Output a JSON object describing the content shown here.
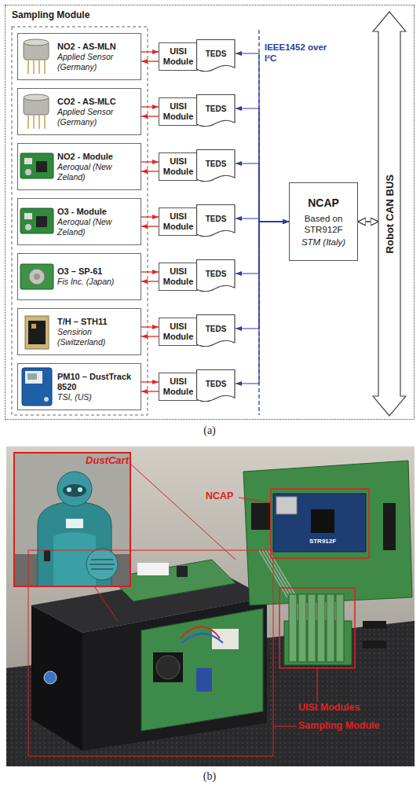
{
  "diagram": {
    "nodes": [
      {
        "text": [
          "Sampling Module"
        ]
      },
      {
        "text": [
          "NO2 - AS-MLN",
          "Applied Sensor (Germany)"
        ],
        "in": 0
      },
      {
        "text": [
          "UISI Module"
        ],
        "in": 0
      },
      {
        "text": [
          "TEDS"
        ],
        "in": 0
      },
      {
        "text": [
          "CO2 - AS-MLC",
          "Applied Sensor (Germany)"
        ],
        "in": 0
      },
      {
        "text": [
          "UISI Module"
        ],
        "in": 0
      },
      {
        "text": [
          "TEDS"
        ],
        "in": 0
      },
      {
        "text": [
          "NO2 - Module",
          "Aeroqual (New Zeland)"
        ],
        "in": 0
      },
      {
        "text": [
          "UISI Module"
        ],
        "in": 0
      },
      {
        "text": [
          "TEDS"
        ],
        "in": 0
      },
      {
        "text": [
          "O3 - Module",
          "Aeroqual (New Zeland)"
        ],
        "in": 0
      },
      {
        "text": [
          "UISI Module"
        ],
        "in": 0
      },
      {
        "text": [
          "TEDS"
        ],
        "in": 0
      },
      {
        "text": [
          "O3 – SP-61",
          "Fis Inc. (Japan)"
        ],
        "in": 0
      },
      {
        "text": [
          "UISI Module"
        ],
        "in": 0
      },
      {
        "text": [
          "TEDS"
        ],
        "in": 0
      },
      {
        "text": [
          "T/H – STH11",
          "Sensirion (Switzerland)"
        ],
        "in": 0
      },
      {
        "text": [
          "UISI Module"
        ],
        "in": 0
      },
      {
        "text": [
          "TEDS"
        ],
        "in": 0
      },
      {
        "text": [
          "PM10 – DustTrack 8520",
          "TSI, (US)"
        ],
        "in": 0
      },
      {
        "text": [
          "UISI Module"
        ],
        "in": 0
      },
      {
        "text": [
          "TEDS"
        ],
        "in": 0
      },
      {
        "text": [
          "NCAP",
          "Based on STR912F",
          "STM (Italy)"
        ],
        "in": 0
      },
      {
        "text": [
          "Robot CAN BUS"
        ],
        "in": 0
      }
    ],
    "edges": [
      {
        "from": 1,
        "to": 2,
        "arrow": "to"
      },
      {
        "from": 2,
        "to": 1,
        "arrow": "to"
      },
      {
        "from": 3,
        "to": 22,
        "arrow": "both"
      },
      {
        "from": 4,
        "to": 5,
        "arrow": "to"
      },
      {
        "from": 5,
        "to": 4,
        "arrow": "to"
      },
      {
        "from": 6,
        "to": 22,
        "arrow": "both"
      },
      {
        "from": 7,
        "to": 8,
        "arrow": "to"
      },
      {
        "from": 8,
        "to": 7,
        "arrow": "to"
      },
      {
        "from": 9,
        "to": 22,
        "arrow": "both"
      },
      {
        "from": 10,
        "to": 11,
        "arrow": "to"
      },
      {
        "from": 11,
        "to": 10,
        "arrow": "to"
      },
      {
        "from": 12,
        "to": 22,
        "arrow": "both"
      },
      {
        "from": 13,
        "to": 14,
        "arrow": "to"
      },
      {
        "from": 14,
        "to": 13,
        "arrow": "to"
      },
      {
        "from": 15,
        "to": 22,
        "arrow": "both"
      },
      {
        "from": 16,
        "to": 17,
        "arrow": "to"
      },
      {
        "from": 17,
        "to": 16,
        "arrow": "to"
      },
      {
        "from": 18,
        "to": 22,
        "arrow": "both"
      },
      {
        "from": 19,
        "to": 20,
        "arrow": "to"
      },
      {
        "from": 20,
        "to": 19,
        "arrow": "to"
      },
      {
        "from": 21,
        "to": 22,
        "arrow": "both"
      },
      {
        "from": 22,
        "to": 23,
        "arrow": "both"
      }
    ],
    "labels": [
      "IEEE1452 over I²C",
      "(a)",
      "DustCart",
      "NCAP",
      "STR912F",
      "UISI Modules",
      "Sampling Module",
      "(b)"
    ]
  }
}
